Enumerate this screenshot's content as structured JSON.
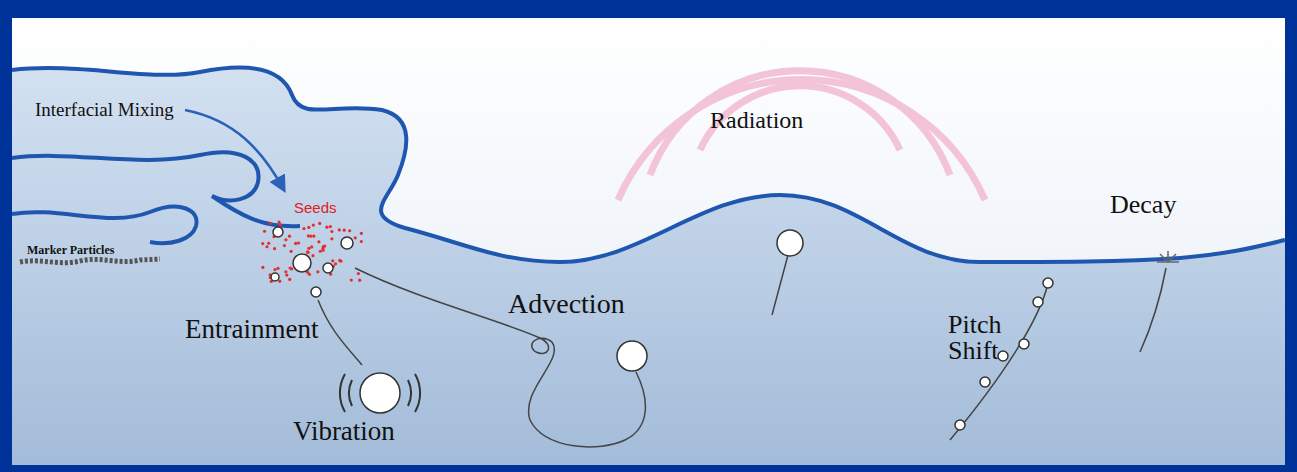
{
  "diagram": {
    "labels": [
      "Interfacial Mixing",
      "Seeds",
      "Marker Particles",
      "Entrainment",
      "Vibration",
      "Advection",
      "Radiation",
      "Pitch Shift",
      "Decay"
    ]
  }
}
